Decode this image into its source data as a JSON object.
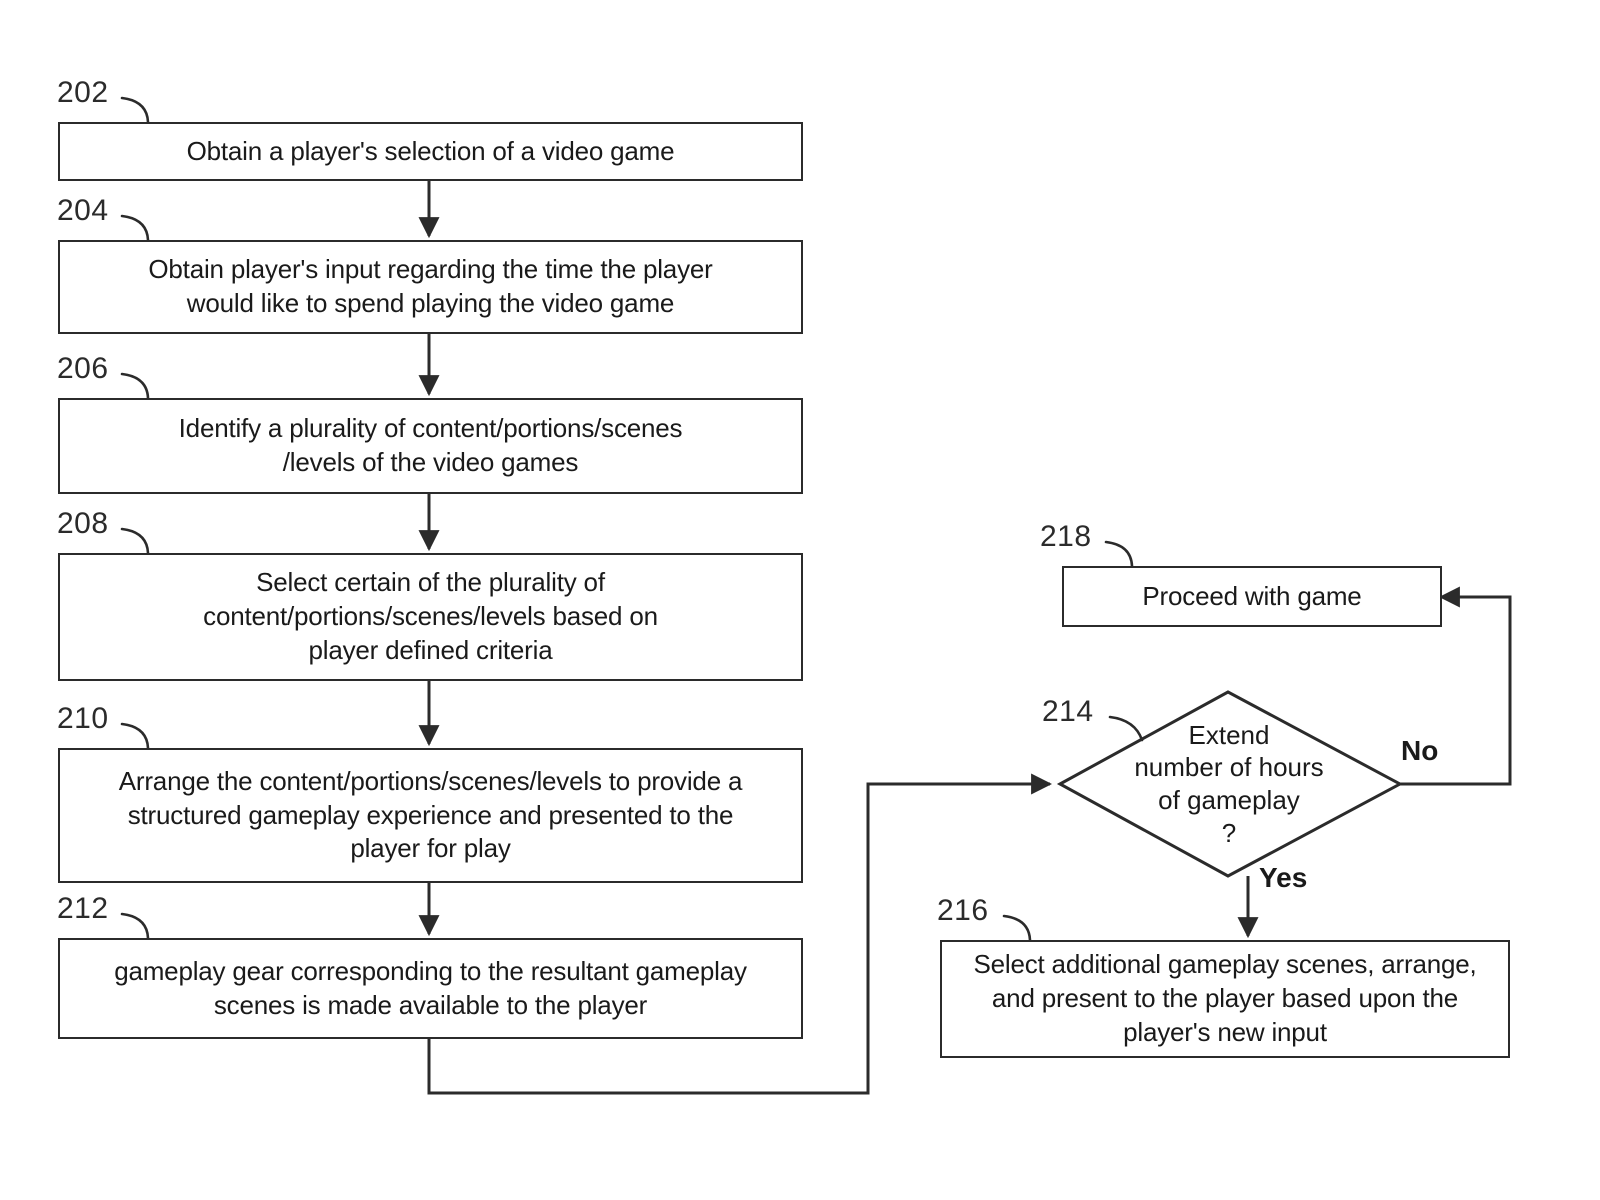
{
  "figure": {
    "type": "flowchart",
    "orientation": "two-column",
    "background_color": "#ffffff",
    "line_color": "#2b2b2b"
  },
  "nodes": {
    "n202": {
      "ref": "202",
      "shape": "rectangle",
      "text": "Obtain a player's selection of a video game"
    },
    "n204": {
      "ref": "204",
      "shape": "rectangle",
      "text": "Obtain player's input regarding the time the player\nwould like to spend playing the video game"
    },
    "n206": {
      "ref": "206",
      "shape": "rectangle",
      "text": "Identify a plurality of content/portions/scenes\n/levels of the video games"
    },
    "n208": {
      "ref": "208",
      "shape": "rectangle",
      "text": "Select certain of the plurality of\ncontent/portions/scenes/levels based on\nplayer defined criteria"
    },
    "n210": {
      "ref": "210",
      "shape": "rectangle",
      "text": "Arrange the content/portions/scenes/levels to provide a\nstructured gameplay experience and presented to the\nplayer for play"
    },
    "n212": {
      "ref": "212",
      "shape": "rectangle",
      "text": "gameplay gear corresponding to the resultant gameplay\nscenes is made available to the player"
    },
    "n214": {
      "ref": "214",
      "shape": "diamond",
      "text": "Extend\nnumber of hours\nof gameplay\n?"
    },
    "n216": {
      "ref": "216",
      "shape": "rectangle",
      "text": "Select additional gameplay scenes, arrange,\nand present to the player based upon the\nplayer's new input"
    },
    "n218": {
      "ref": "218",
      "shape": "rectangle",
      "text": "Proceed with game"
    }
  },
  "edge_labels": {
    "no": "No",
    "yes": "Yes"
  },
  "edges": [
    {
      "from": "202",
      "to": "204",
      "label": ""
    },
    {
      "from": "204",
      "to": "206",
      "label": ""
    },
    {
      "from": "206",
      "to": "208",
      "label": ""
    },
    {
      "from": "208",
      "to": "210",
      "label": ""
    },
    {
      "from": "210",
      "to": "212",
      "label": ""
    },
    {
      "from": "212",
      "to": "214",
      "label": ""
    },
    {
      "from": "214",
      "to": "218",
      "label": "No"
    },
    {
      "from": "214",
      "to": "216",
      "label": "Yes"
    }
  ]
}
